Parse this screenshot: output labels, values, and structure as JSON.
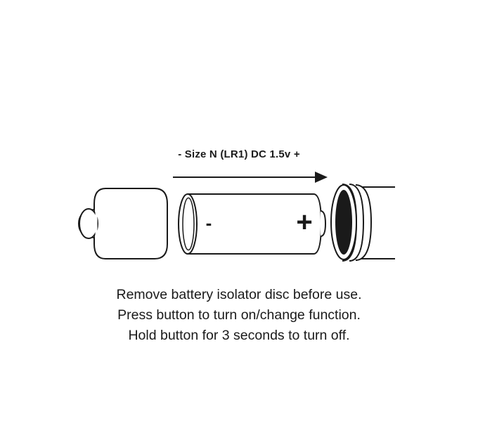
{
  "battery": {
    "size_label": "- Size N (LR1) DC 1.5v +",
    "negative_symbol": "-",
    "positive_symbol": "+"
  },
  "instructions": [
    "Remove battery isolator disc before use.",
    "Press button to turn on/change function.",
    "Hold button for 3 seconds to turn off."
  ],
  "colors": {
    "ink": "#1a1a1a",
    "background": "#ffffff"
  }
}
